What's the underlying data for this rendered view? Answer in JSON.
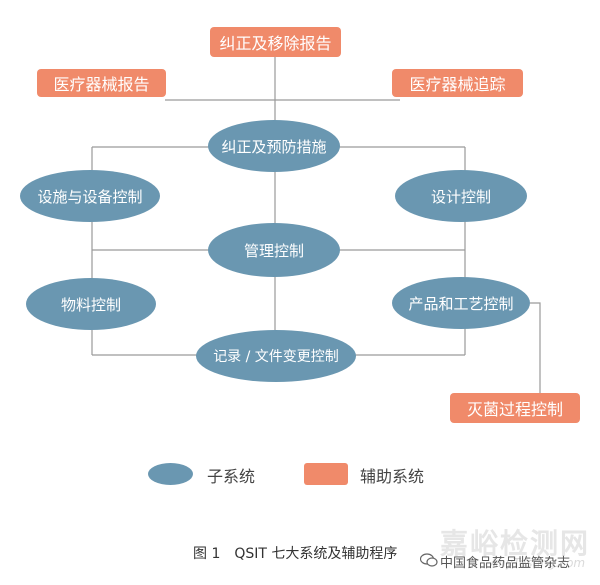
{
  "nodes": {
    "corrective_removal_report": "纠正及移除报告",
    "device_report": "医疗器械报告",
    "device_tracking": "医疗器械追踪",
    "capa": "纠正及预防措施",
    "facility_equipment_control": "设施与设备控制",
    "design_control": "设计控制",
    "management_control": "管理控制",
    "material_control": "物料控制",
    "production_process_control": "产品和工艺控制",
    "records_document_change_control": "记录 / 文件变更控制",
    "sterilization_process_control": "灭菌过程控制"
  },
  "legend": {
    "subsystem": "子系统",
    "auxiliary": "辅助系统"
  },
  "caption": "图 1　QSIT 七大系统及辅助程序",
  "watermark": {
    "brand": "嘉峪检测网",
    "url": "AnyTesting.com",
    "account": "中国食品药品监管杂志"
  },
  "colors": {
    "subsystem": "#6a97b1",
    "auxiliary": "#f08a6a",
    "connector": "#9a9a9a"
  }
}
